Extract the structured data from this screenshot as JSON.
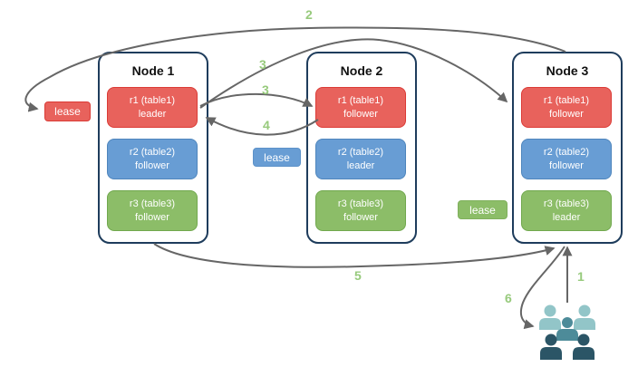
{
  "diagram": {
    "nodes": [
      {
        "title": "Node 1",
        "replicas": [
          {
            "name": "r1 (table1)",
            "role": "leader",
            "color": "red"
          },
          {
            "name": "r2 (table2)",
            "role": "follower",
            "color": "blue"
          },
          {
            "name": "r3 (table3)",
            "role": "follower",
            "color": "green"
          }
        ]
      },
      {
        "title": "Node 2",
        "replicas": [
          {
            "name": "r1 (table1)",
            "role": "follower",
            "color": "red"
          },
          {
            "name": "r2 (table2)",
            "role": "leader",
            "color": "blue"
          },
          {
            "name": "r3 (table3)",
            "role": "follower",
            "color": "green"
          }
        ]
      },
      {
        "title": "Node 3",
        "replicas": [
          {
            "name": "r1 (table1)",
            "role": "follower",
            "color": "red"
          },
          {
            "name": "r2 (table2)",
            "role": "follower",
            "color": "blue"
          },
          {
            "name": "r3 (table3)",
            "role": "leader",
            "color": "green"
          }
        ]
      }
    ],
    "leases": [
      {
        "label": "lease",
        "color": "red"
      },
      {
        "label": "lease",
        "color": "blue"
      },
      {
        "label": "lease",
        "color": "green"
      }
    ],
    "steps": {
      "s1": "1",
      "s2": "2",
      "s3a": "3",
      "s3b": "3",
      "s4": "4",
      "s5": "5",
      "s6": "6"
    },
    "icons": [
      "users-icon"
    ],
    "colors": {
      "red_fill": "#E8625C",
      "red_stroke": "#DB3B36",
      "blue_fill": "#689DD4",
      "blue_stroke": "#4E85BC",
      "green_fill": "#8CBD68",
      "green_stroke": "#71A84E",
      "node_border": "#1E3C5C",
      "arrow": "#666666",
      "step_label": "#97CA7C",
      "users_light": "#92C5C8",
      "users_mid": "#4D8B99",
      "users_dark": "#2B5566"
    }
  }
}
